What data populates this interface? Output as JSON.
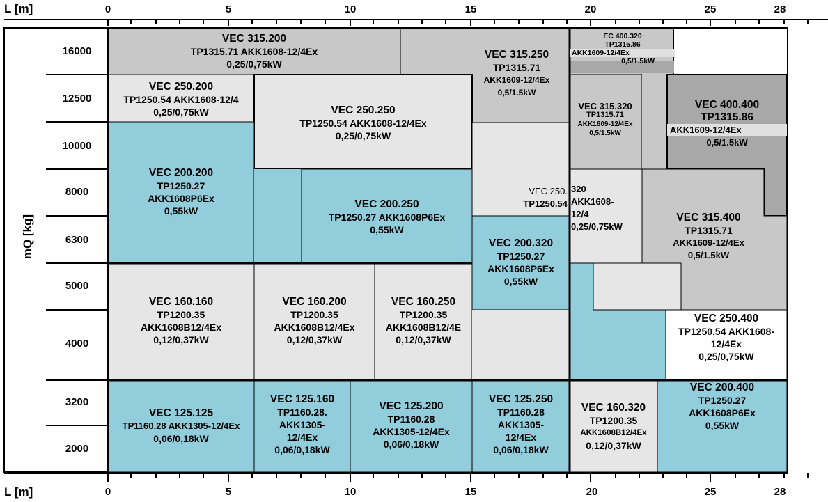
{
  "axis": {
    "x_label": "L [m]",
    "y_label": "mQ [kg]",
    "x_ticks": [
      "0",
      "5",
      "10",
      "15",
      "20",
      "25",
      "28"
    ],
    "y_rows": [
      "16000",
      "12500",
      "10000",
      "8000",
      "6300",
      "5000",
      "4000",
      "3200",
      "2000"
    ]
  },
  "colors": {
    "light": "#e6e6e6",
    "mid": "#c8c8c8",
    "dark": "#a8a8a8",
    "blue": "#92cddb",
    "white": "#ffffff"
  },
  "blocks": [
    {
      "id": "vec-315-200",
      "lines": [
        "VEC 315.200",
        "TP1315.71 AKK1608-12/4Ex",
        "0,25/0,75kW"
      ]
    },
    {
      "id": "vec-315-250",
      "lines": [
        "VEC 315.250",
        "TP1315.71",
        "AKK1609-12/4Ex",
        "0,5/1.5kW"
      ]
    },
    {
      "id": "ec-400-320",
      "lines": [
        "EC 400.320",
        "TP1315.86",
        "AKK1609-12/4Ex",
        "0,5/1.5kW"
      ]
    },
    {
      "id": "vec-250-200",
      "lines": [
        "VEC 250.200",
        "TP1250.54 AKK1608-12/4",
        "0,25/0,75kW"
      ]
    },
    {
      "id": "vec-250-250",
      "lines": [
        "VEC 250.250",
        "TP1250.54 AKK1608-12/4Ex",
        "0,25/0,75kW"
      ]
    },
    {
      "id": "vec-315-320",
      "lines": [
        "VEC 315.320",
        "TP1315.71",
        "AKK1609-12/4Ex",
        "0,5/1.5kW"
      ]
    },
    {
      "id": "vec-400-400",
      "lines": [
        "VEC 400.400",
        "TP1315.86",
        "AKK1609-12/4Ex",
        "0,5/1.5kW"
      ]
    },
    {
      "id": "vec-200-200",
      "lines": [
        "VEC 200.200",
        "TP1250.27",
        "AKK1608P6Ex",
        "0,55kW"
      ]
    },
    {
      "id": "vec-200-250",
      "lines": [
        "VEC 200.250",
        "TP1250.27 AKK1608P6Ex",
        "0,55kW"
      ]
    },
    {
      "id": "vec-250-320-a",
      "lines": [
        "VEC 250.",
        "TP1250.54"
      ]
    },
    {
      "id": "vec-250-320-b",
      "lines": [
        "320",
        "AKK1608-",
        "12/4",
        "0,25/0,75kW"
      ]
    },
    {
      "id": "vec-315-400",
      "lines": [
        "VEC 315.400",
        "TP1315.71",
        "AKK1609-12/4Ex",
        "0,5/1.5kW"
      ]
    },
    {
      "id": "vec-200-320",
      "lines": [
        "VEC 200.320",
        "TP1250.27",
        "AKK1608P6Ex",
        "0,55kW"
      ]
    },
    {
      "id": "vec-160-160",
      "lines": [
        "VEC 160.160",
        "TP1200.35",
        "AKK1608B12/4Ex",
        "0,12/0,37kW"
      ]
    },
    {
      "id": "vec-160-200",
      "lines": [
        "VEC 160.200",
        "TP1200.35",
        "AKK1608B12/4Ex",
        "0,12/0,37kW"
      ]
    },
    {
      "id": "vec-160-250",
      "lines": [
        "VEC 160.250",
        "TP1200.35",
        "AKK1608B12/4E",
        "0,12/0,37kW"
      ]
    },
    {
      "id": "vec-250-400",
      "lines": [
        "VEC 250.400",
        "TP1250.54 AKK1608-",
        "12/4Ex",
        "0,25/0,75kW"
      ]
    },
    {
      "id": "vec-125-125",
      "lines": [
        "VEC 125.125",
        "TP1160.28 AKK1305-12/4Ex",
        "0,06/0,18kW"
      ]
    },
    {
      "id": "vec-125-160",
      "lines": [
        "VEC 125.160",
        "TP1160.28.",
        "AKK1305-",
        "12/4Ex",
        "0,06/0,18kW"
      ]
    },
    {
      "id": "vec-125-200",
      "lines": [
        "VEC 125.200",
        "TP1160.28",
        "AKK1305-12/4Ex",
        "0,06/0,18kW"
      ]
    },
    {
      "id": "vec-125-250",
      "lines": [
        "VEC 125.250",
        "TP1160.28",
        "AKK1305-",
        "12/4Ex",
        "0,06/0,18kW"
      ]
    },
    {
      "id": "vec-160-320",
      "lines": [
        "VEC 160.320",
        "TP1200.35",
        "AKK1608B12/4Ex",
        "0,12/0,37kW"
      ]
    },
    {
      "id": "vec-200-400",
      "lines": [
        "VEC 200.400",
        "TP1250.27",
        "AKK1608P6Ex",
        "0,55kW"
      ]
    }
  ]
}
